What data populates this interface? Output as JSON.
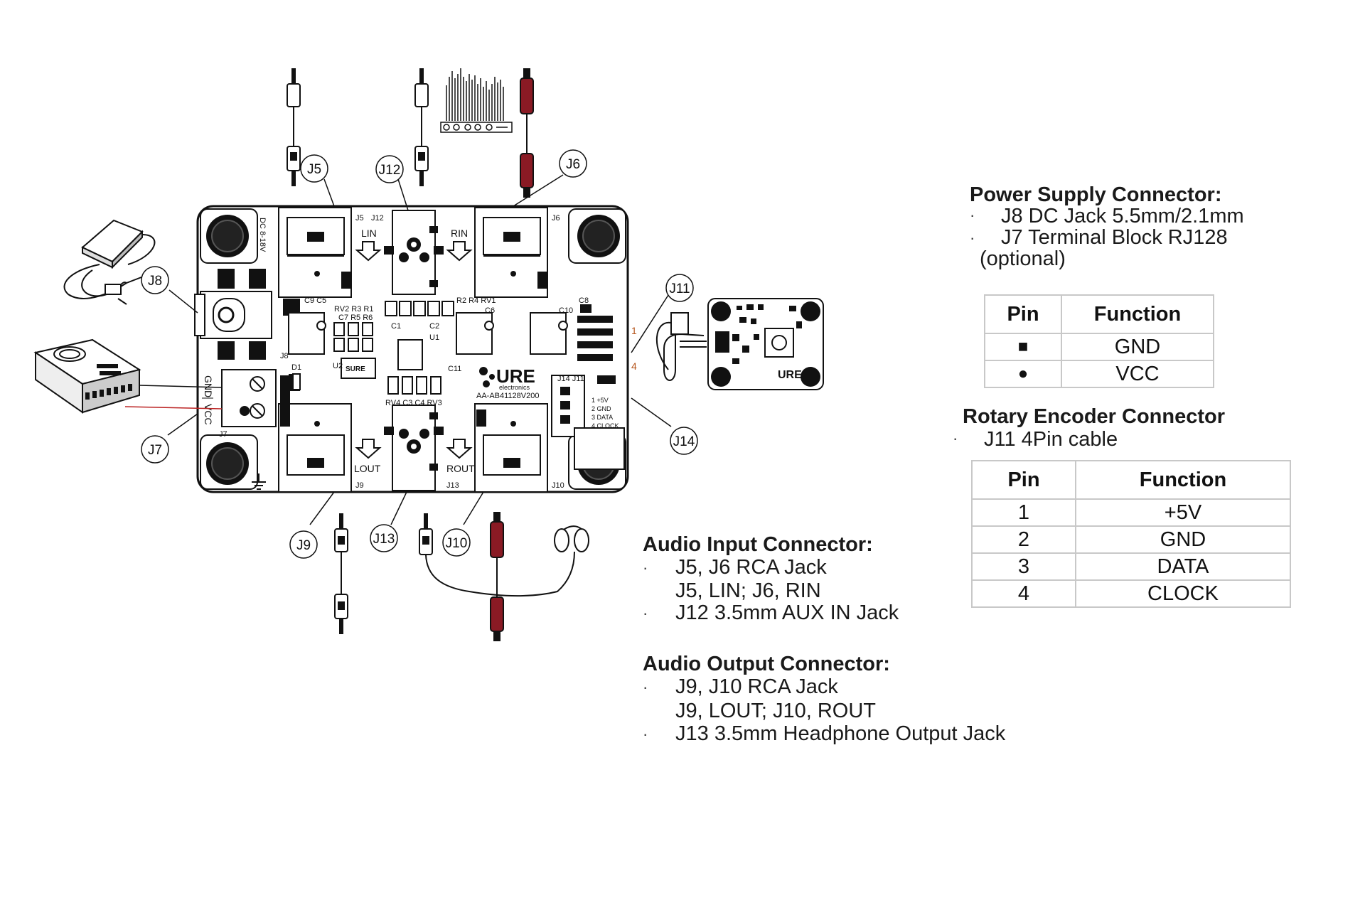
{
  "diagram": {
    "connector_callouts": [
      "J5",
      "J12",
      "J6",
      "J8",
      "J11",
      "J7",
      "J14",
      "J9",
      "J13",
      "J10"
    ],
    "board_silkscreen": {
      "power_label": "DC 8-18V",
      "lin": "LIN",
      "rin": "RIN",
      "lout": "LOUT",
      "rout": "ROUT",
      "j5": "J5",
      "j12": "J12",
      "j6": "J6",
      "j8": "J8",
      "j7": "J7",
      "j9": "J9",
      "j13": "J13",
      "j10": "J10",
      "j14_j11": "J14 J11",
      "c9c5": "C9 C5",
      "rv2r3r1": "RV2 R3 R1",
      "c7r5r6": "C7 R5 R6",
      "r2r4rv1": "R2 R4 RV1",
      "c6": "C6",
      "c10": "C10",
      "c8": "C8",
      "c1": "C1",
      "c2": "C2",
      "u1": "U1",
      "u2": "U2",
      "d1": "D1",
      "c11": "C11",
      "rv4c3c4rv3": "RV4 C3 C4 RV3",
      "gnd": "GND",
      "vcc": "VCC",
      "logo": "URE",
      "logo_sub": "electronics",
      "part_no": "AA-AB41128V200",
      "small_logo": "SURE",
      "j14_pins": [
        "1 +5V",
        "2 GND",
        "3 DATA",
        "4 CLOCK"
      ],
      "wire_1": "1",
      "wire_4": "4"
    },
    "encoder_board": {
      "logo": "URE"
    }
  },
  "power_supply": {
    "title": "Power Supply Connector:",
    "items": [
      "J8 DC Jack 5.5mm/2.1mm",
      "J7 Terminal Block RJ128",
      "(optional)"
    ],
    "table": {
      "headers": [
        "Pin",
        "Function"
      ],
      "rows": [
        [
          "■",
          "GND"
        ],
        [
          "●",
          "VCC"
        ]
      ]
    }
  },
  "rotary_encoder": {
    "title": "Rotary Encoder Connector",
    "items": [
      "J11 4Pin cable"
    ],
    "table": {
      "headers": [
        "Pin",
        "Function"
      ],
      "rows": [
        [
          "1",
          "+5V"
        ],
        [
          "2",
          "GND"
        ],
        [
          "3",
          "DATA"
        ],
        [
          "4",
          "CLOCK"
        ]
      ]
    }
  },
  "audio_input": {
    "title": "Audio Input Connector:",
    "items": [
      "J5, J6 RCA Jack",
      "J5, LIN; J6, RIN",
      "J12 3.5mm AUX IN Jack"
    ]
  },
  "audio_output": {
    "title": "Audio Output Connector:",
    "items": [
      "J9, J10 RCA Jack",
      "J9, LOUT; J10, ROUT",
      "J13 3.5mm Headphone Output Jack"
    ]
  },
  "bullet": "·"
}
